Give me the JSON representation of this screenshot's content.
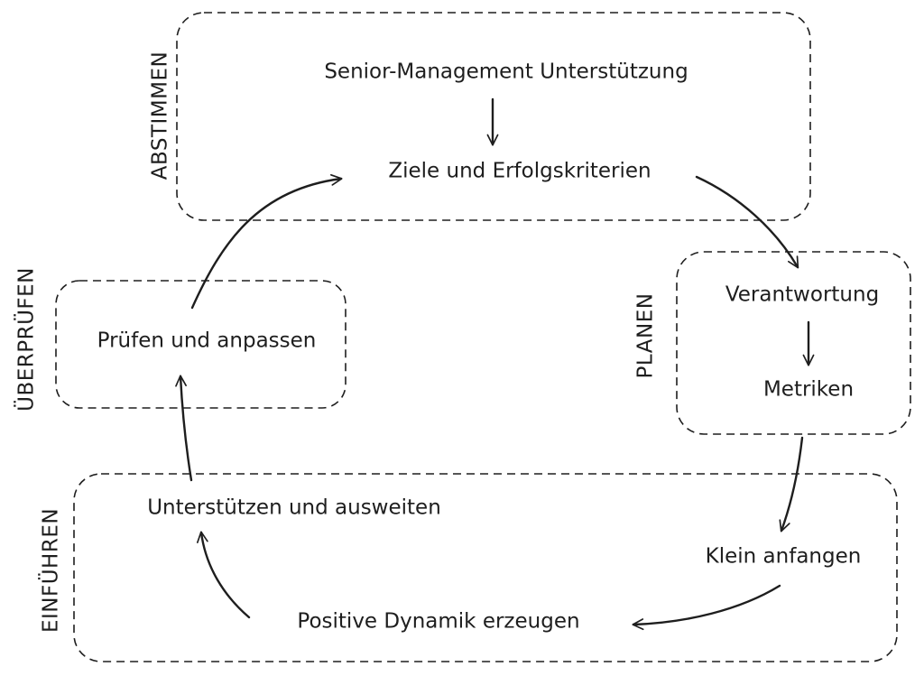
{
  "groups": {
    "abstimmen": "ABSTIMMEN",
    "planen": "PLANEN",
    "ueberpruefen": "ÜBERPRÜFEN",
    "einfuehren": "EINFÜHREN"
  },
  "nodes": {
    "senior_management": "Senior-Management Unterstützung",
    "ziele": "Ziele und Erfolgskriterien",
    "verantwortung": "Verantwortung",
    "metriken": "Metriken",
    "klein_anfangen": "Klein anfangen",
    "positive_dynamik": "Positive Dynamik erzeugen",
    "unterstuetzen": "Unterstützen und ausweiten",
    "pruefen": "Prüfen und anpassen"
  },
  "colors": {
    "stroke": "#1e1e1e",
    "background": "#ffffff"
  }
}
